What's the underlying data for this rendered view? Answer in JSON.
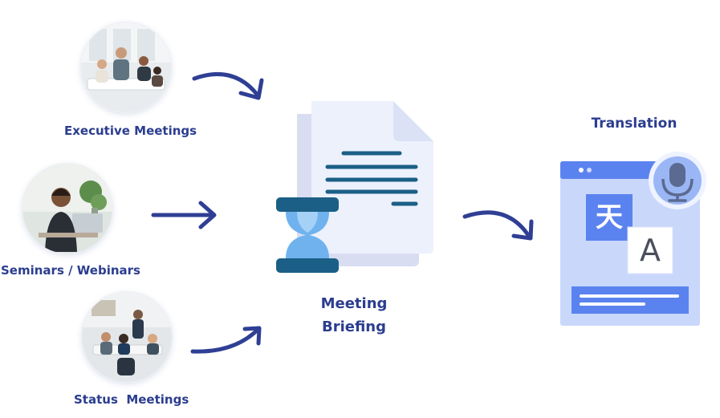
{
  "sources": [
    {
      "label": "Executive Meetings"
    },
    {
      "label": "Seminars / Webinars"
    },
    {
      "label": "Status  Meetings"
    }
  ],
  "center": {
    "line1": "Meeting",
    "line2": "Briefing"
  },
  "output": {
    "title": "Translation",
    "glyph_source": "天",
    "glyph_target": "A"
  },
  "colors": {
    "text": "#2b3d8f",
    "arrow": "#2f3f94",
    "doc": "#e9eefb",
    "doc_back": "#d7dcf2",
    "hourglass": "#1c5f86",
    "hourglass_glass": "#6fb2ee",
    "app_bg": "#c9d7fb",
    "app_bar": "#5b83ef",
    "mic": "#5a7ce8"
  }
}
